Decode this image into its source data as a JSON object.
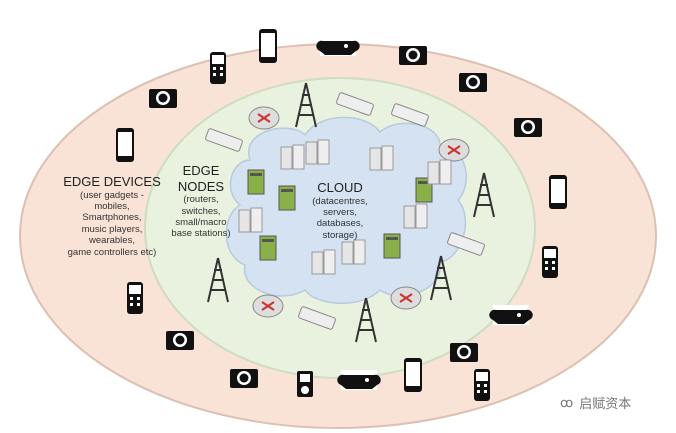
{
  "edge_devices": {
    "title": "EDGE DEVICES",
    "lines": [
      "(user gadgets -",
      "mobiles,",
      "Smartphones,",
      "music players,",
      "wearables,",
      "game controllers etc)"
    ]
  },
  "edge_nodes": {
    "title_lines": [
      "EDGE",
      "NODES"
    ],
    "lines": [
      "(routers,",
      "switches,",
      "small/macro",
      "base stations)"
    ]
  },
  "cloud": {
    "title": "CLOUD",
    "lines": [
      "(datacentres,",
      "servers,",
      "databases,",
      "storage)"
    ]
  },
  "watermark": "启赋资本",
  "colors": {
    "outer": "#f9e2d6",
    "outer_border": "#dcc0b2",
    "middle": "#e9f1df",
    "middle_border": "#cfdcc0",
    "cloud": "#d5e2f2",
    "cloud_border": "#b9c9de"
  }
}
